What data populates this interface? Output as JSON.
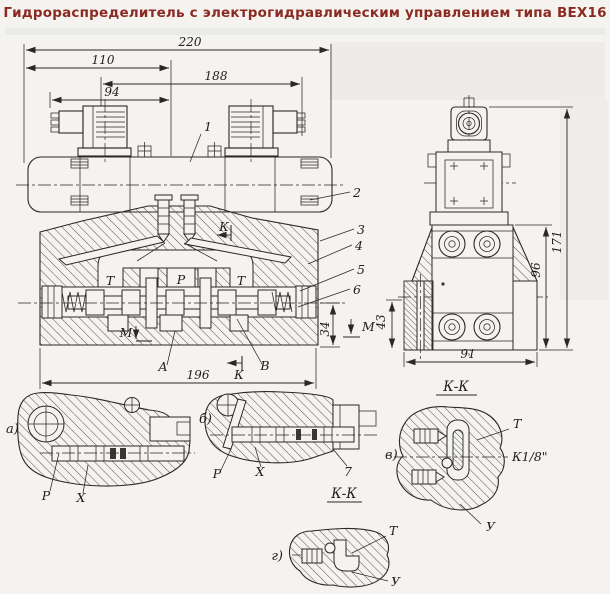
{
  "title": "Гидрораспределитель с электрогидравлическим управлением типа ВЕХ16",
  "colors": {
    "title": "#8b2a22",
    "line": "#2b2924",
    "background": "#f4f3ef"
  },
  "main_view": {
    "dim_220": "220",
    "dim_110": "110",
    "dim_188": "188",
    "dim_94": "94",
    "dim_196": "196",
    "dim_34": "34",
    "label_part1": "1",
    "label_k_section_top": "К",
    "label_k_section_bottom": "К",
    "label_t_left": "Т",
    "label_p": "Р",
    "label_t_right": "Т",
    "label_m": "М",
    "label_port_a": "А",
    "label_port_b": "В"
  },
  "side_view": {
    "dim_171": "171",
    "dim_96": "96",
    "dim_43": "43",
    "dim_91": "91",
    "label_m": "М",
    "section_title": "К-К"
  },
  "callouts": {
    "n2": "2",
    "n3": "3",
    "n4": "4",
    "n5": "5",
    "n6": "6"
  },
  "detail_a": {
    "label": "а)",
    "port_p": "Р",
    "port_x": "Х"
  },
  "detail_b": {
    "label": "б)",
    "port_p": "Р",
    "port_x": "Х",
    "n7": "7",
    "section_title": "К-К"
  },
  "detail_v": {
    "label": "в)",
    "port_t": "Т",
    "port_k18": "К1/8\"",
    "port_y": "У"
  },
  "detail_g": {
    "label": "г)",
    "port_t": "Т",
    "port_y": "У"
  }
}
